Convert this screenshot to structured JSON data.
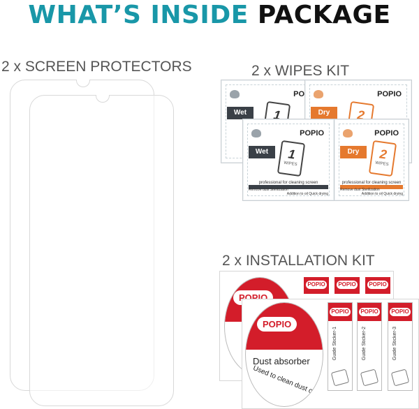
{
  "title": {
    "part1": "WHAT’S INSIDE",
    "part2": "PACKAGE"
  },
  "sections": {
    "screen_protectors": "2 x SCREEN PROTECTORS",
    "wipes_kit": "2 x WIPES KIT",
    "installation_kit": "2 x INSTALLATION KIT"
  },
  "wipes": {
    "brand": "POPIO",
    "wet_label": "Wet",
    "dry_label": "Dry",
    "wet_number": "1",
    "dry_number": "2",
    "wet_sub": "WIPES",
    "dry_sub": "WIPES",
    "caption": "professional for cleaning screen",
    "bullets_left": "Remove dust  Sterilization",
    "bullets_right": "Addition to oil  Quick drying"
  },
  "install": {
    "brand": "POPIO",
    "dust_absorber": "Dust absorber",
    "used_to_clean": "Used to clean dust on screen",
    "sticker1": "Guide Sticker-1",
    "sticker2": "Guide Sticker-2",
    "sticker3": "Guide Sticker-3"
  },
  "colors": {
    "accent": "#1997a8",
    "brand_red": "#d31d2a",
    "dry_orange": "#e5792e",
    "wet_dark": "#3a4047"
  }
}
